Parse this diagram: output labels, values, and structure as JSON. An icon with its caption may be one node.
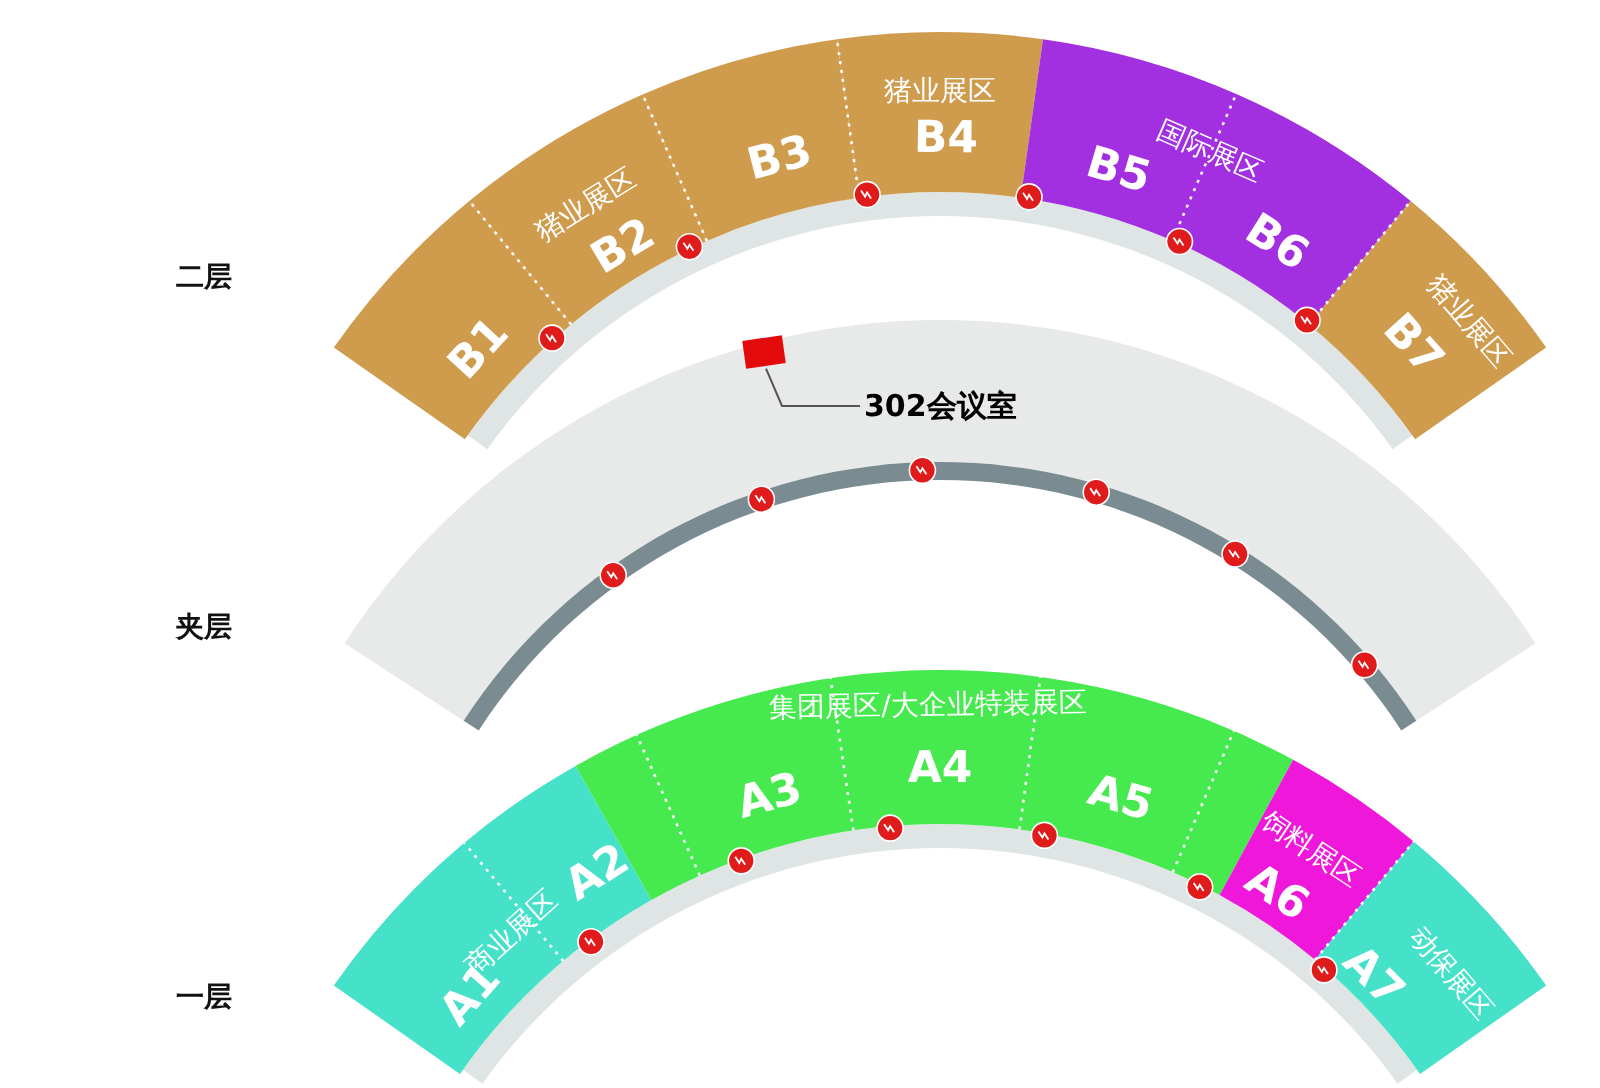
{
  "diagram": {
    "nodes": [
      {
        "text": [
          "B1"
        ]
      },
      {
        "text": [
          "猪业展区",
          "B2"
        ]
      },
      {
        "text": [
          "B3"
        ]
      },
      {
        "text": [
          "猪业展区",
          "B4"
        ]
      },
      {
        "text": [
          "国际展区"
        ]
      },
      {
        "text": [
          "B5"
        ],
        "in": 4
      },
      {
        "text": [
          "B6"
        ],
        "in": 4
      },
      {
        "text": [
          "猪业展区",
          "B7"
        ]
      },
      {
        "text": [
          "302会议室"
        ]
      },
      {
        "text": [],
        "shape": "box"
      },
      {
        "text": [
          "商业展区"
        ]
      },
      {
        "text": [
          "A1"
        ],
        "in": 10
      },
      {
        "text": [
          "A2"
        ],
        "in": 10
      },
      {
        "text": [
          "集团展区/大企业特装展区"
        ]
      },
      {
        "text": [
          "A3"
        ],
        "in": 13
      },
      {
        "text": [
          "A4"
        ],
        "in": 13
      },
      {
        "text": [
          "A5"
        ],
        "in": 13
      },
      {
        "text": [
          "饲料展区",
          "A6"
        ]
      },
      {
        "text": [
          "动保展区",
          "A7"
        ]
      }
    ],
    "edges": [
      {
        "from": 8,
        "to": 9,
        "arrow": "none"
      }
    ],
    "labels": [
      "二层",
      "夹层",
      "一层"
    ]
  }
}
